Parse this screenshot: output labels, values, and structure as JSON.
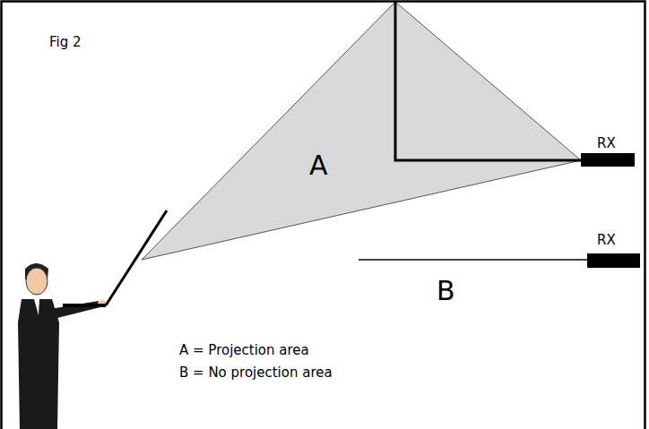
{
  "diagram": {
    "labels": [
      "Fig 2",
      "A",
      "RX",
      "RX",
      "B",
      "A = Projection area",
      "B = No projection area"
    ]
  }
}
